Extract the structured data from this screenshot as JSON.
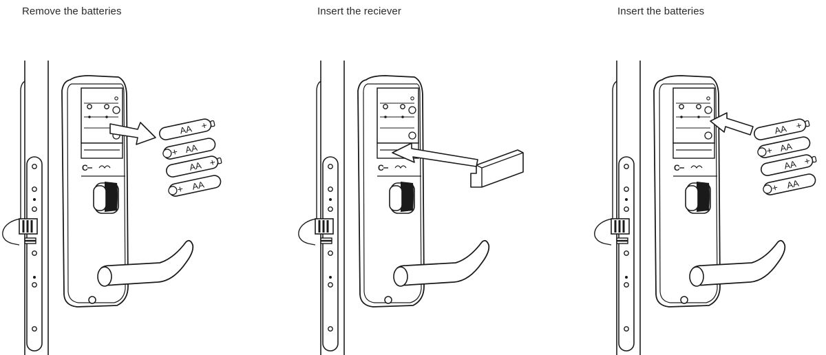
{
  "steps": [
    {
      "title": "Remove the batteries",
      "battery_label": "AA"
    },
    {
      "title": "Insert the reciever"
    },
    {
      "title": "Insert the batteries",
      "battery_label": "AA"
    }
  ],
  "colors": {
    "ink": "#1a1a1a",
    "text": "#2a2a2a",
    "fill": "#ffffff"
  },
  "icons": [
    "door-lock-icon",
    "battery-icon",
    "arrow-icon",
    "receiver-icon"
  ]
}
